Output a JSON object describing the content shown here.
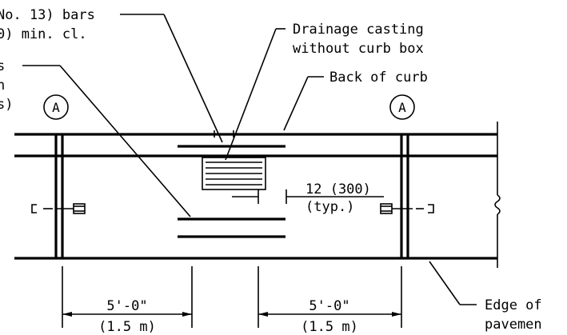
{
  "labels": {
    "bars_top": "No. 13) bars",
    "bars_top_2": "0) min. cl.",
    "bars_left_1": "s",
    "bars_left_2": "n",
    "bars_left_3": "s)",
    "drainage_1": "Drainage casting",
    "drainage_2": "without curb box",
    "back_of_curb": "Back of curb",
    "marker_left": "A",
    "marker_right": "A",
    "spacing_1": "12 (300)",
    "spacing_2": "(typ.)",
    "dim_left_1": "5'-0\"",
    "dim_left_2": "(1.5 m)",
    "dim_right_1": "5'-0\"",
    "dim_right_2": "(1.5 m)",
    "edge_1": "Edge of",
    "edge_2": "pavemen"
  }
}
